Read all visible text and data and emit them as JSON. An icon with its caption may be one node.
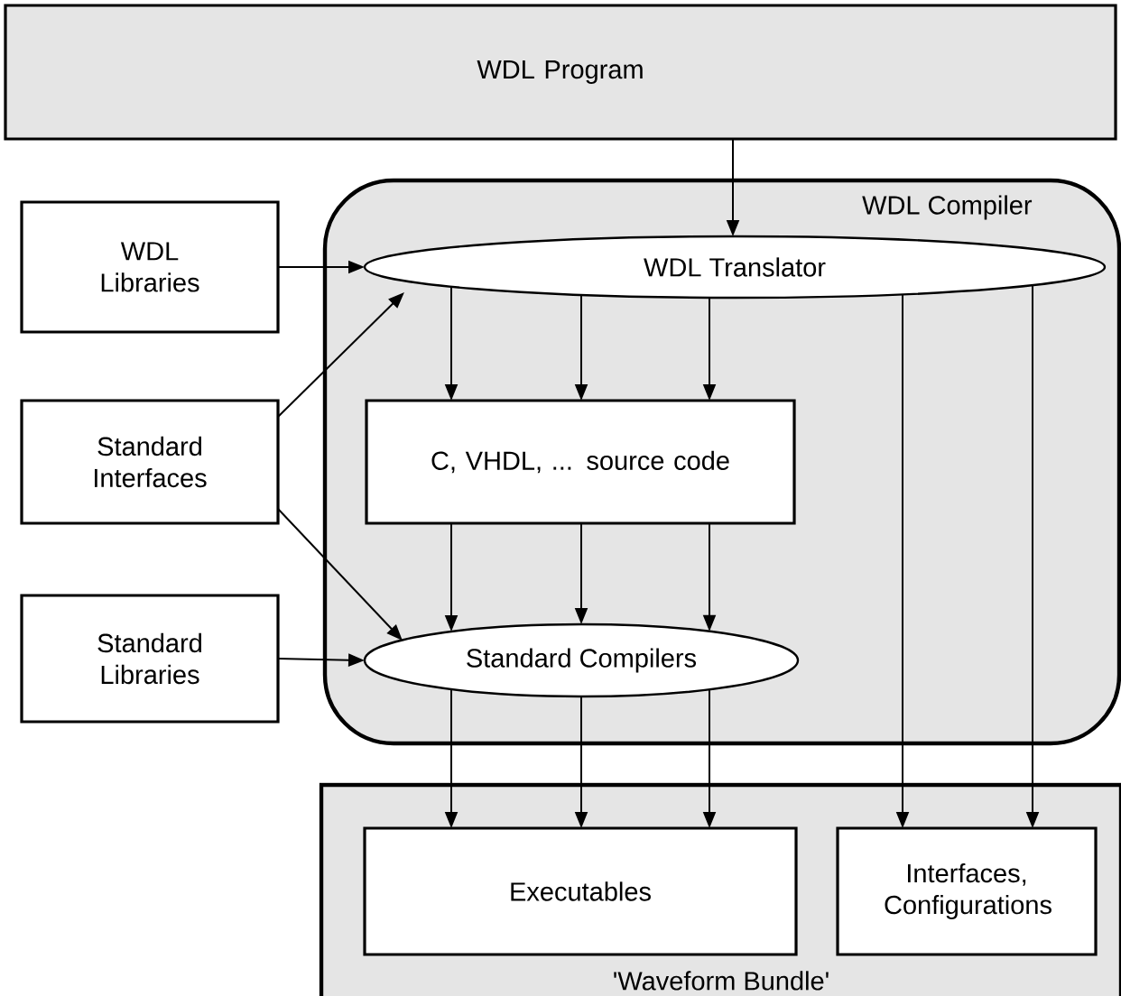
{
  "diagram": {
    "nodes": [
      {
        "text": [
          "WDL Program"
        ]
      },
      {
        "text": [
          "WDL Compiler"
        ]
      },
      {
        "text": [
          "WDL Libraries"
        ]
      },
      {
        "text": [
          "WDL Translator"
        ],
        "in": 1
      },
      {
        "text": [
          "Standard Interfaces"
        ]
      },
      {
        "text": [
          "C, VHDL, ... source code"
        ],
        "in": 1
      },
      {
        "text": [
          "Standard Libraries"
        ]
      },
      {
        "text": [
          "Standard Compilers"
        ],
        "in": 1
      },
      {
        "text": [
          "'Waveform Bundle'"
        ]
      },
      {
        "text": [
          "Executables"
        ],
        "in": 8
      },
      {
        "text": [
          "Interfaces, Configurations"
        ],
        "in": 8
      }
    ],
    "edges": [
      {
        "from": 0,
        "to": 3,
        "arrow": "to"
      },
      {
        "from": 2,
        "to": 3,
        "arrow": "to"
      },
      {
        "from": 4,
        "to": 3,
        "arrow": "to"
      },
      {
        "from": 4,
        "to": 7,
        "arrow": "to"
      },
      {
        "from": 6,
        "to": 7,
        "arrow": "to"
      },
      {
        "from": 3,
        "to": 5,
        "arrow": "to"
      },
      {
        "from": 3,
        "to": 5,
        "arrow": "to"
      },
      {
        "from": 3,
        "to": 5,
        "arrow": "to"
      },
      {
        "from": 5,
        "to": 7,
        "arrow": "to"
      },
      {
        "from": 5,
        "to": 7,
        "arrow": "to"
      },
      {
        "from": 5,
        "to": 7,
        "arrow": "to"
      },
      {
        "from": 7,
        "to": 9,
        "arrow": "to"
      },
      {
        "from": 7,
        "to": 9,
        "arrow": "to"
      },
      {
        "from": 7,
        "to": 9,
        "arrow": "to"
      },
      {
        "from": 3,
        "to": 10,
        "arrow": "to"
      },
      {
        "from": 3,
        "to": 10,
        "arrow": "to"
      }
    ]
  }
}
